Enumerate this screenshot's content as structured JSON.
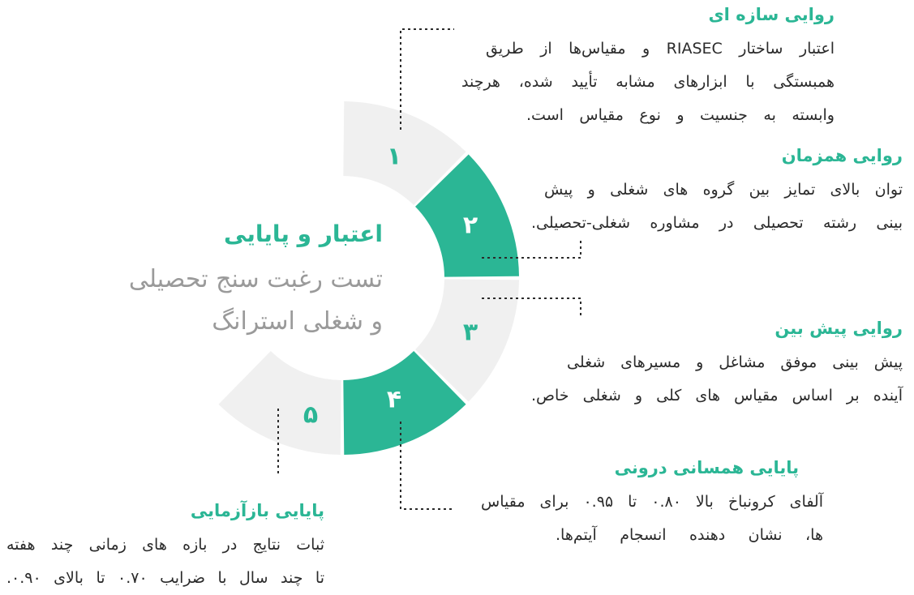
{
  "center": {
    "title": "اعتبار و پایایی",
    "subtitle_line1": "تست رغبت سنج تحصیلی",
    "subtitle_line2": "و شغلی استرانگ"
  },
  "colors": {
    "accent": "#2bb695",
    "segment_gray": "#f0f0f0",
    "body_text": "#2b2b2b",
    "subtitle_gray": "#9a9a9a"
  },
  "segments": [
    {
      "label": "۱",
      "style": "gray"
    },
    {
      "label": "۲",
      "style": "accent"
    },
    {
      "label": "۳",
      "style": "gray"
    },
    {
      "label": "۴",
      "style": "accent"
    },
    {
      "label": "۵",
      "style": "gray"
    }
  ],
  "items": [
    {
      "title": "روایی سازه ای",
      "lines": [
        "اعتبار ساختار RIASEC و مقیاس‌ها از طریق",
        "همبستگی با ابزارهای مشابه تأیید شده، هرچند",
        "وابسته به جنسیت و نوع مقیاس است."
      ]
    },
    {
      "title": "روایی همزمان",
      "lines": [
        "توان بالای تمایز بین گروه های شغلی و پیش",
        "بینی رشته تحصیلی در مشاوره شغلی-تحصیلی."
      ]
    },
    {
      "title": "روایی پیش بین",
      "lines": [
        "پیش بینی موفق مشاغل و مسیرهای شغلی",
        "آینده بر اساس مقیاس های کلی و شغلی خاص."
      ]
    },
    {
      "title": "پایایی همسانی درونی",
      "lines": [
        "آلفای کرونباخ بالا ۰.۸۰ تا ۰.۹۵ برای مقیاس",
        "ها، نشان دهنده انسجام آیتم‌ها."
      ]
    },
    {
      "title": "پایایی بازآزمایی",
      "lines": [
        "ثبات نتایج در بازه های زمانی چند هفته",
        "تا چند سال با ضرایب ۰.۷۰ تا بالای ۰.۹۰."
      ]
    }
  ]
}
